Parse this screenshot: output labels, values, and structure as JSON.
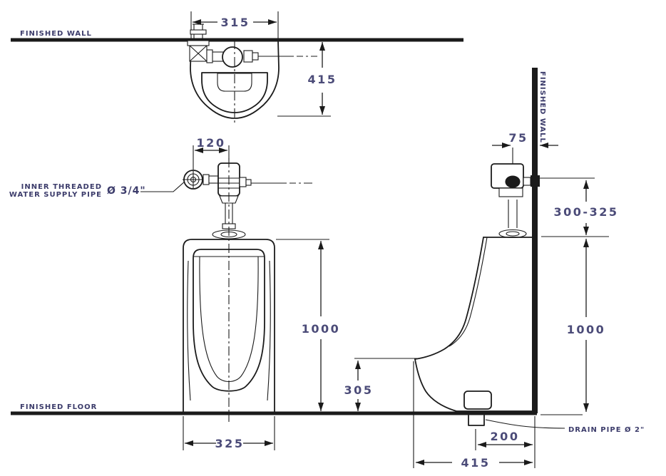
{
  "drawing": {
    "title": "Urinal installation dimension drawing",
    "colors": {
      "line": "#1b1b1b",
      "dim_text": "#4b4b78",
      "label_text": "#3c3c6b",
      "background": "#ffffff"
    },
    "labels": {
      "finished_wall": "FINISHED WALL",
      "finished_floor": "FINISHED FLOOR",
      "supply_line1": "INNER THREADED",
      "supply_line2": "WATER SUPPLY PIPE",
      "supply_diameter": "Ø 3/4\"",
      "drain": "DRAIN PIPE Ø 2\""
    },
    "dimensions": {
      "plan_width": "315",
      "plan_depth": "415",
      "valve_offset": "120",
      "front_height": "1000",
      "lip_height": "305",
      "front_width": "325",
      "valve_wall_offset": "75",
      "supply_above_rim": "300-325",
      "side_height": "1000",
      "drain_to_wall": "200",
      "floor_depth": "415"
    }
  }
}
